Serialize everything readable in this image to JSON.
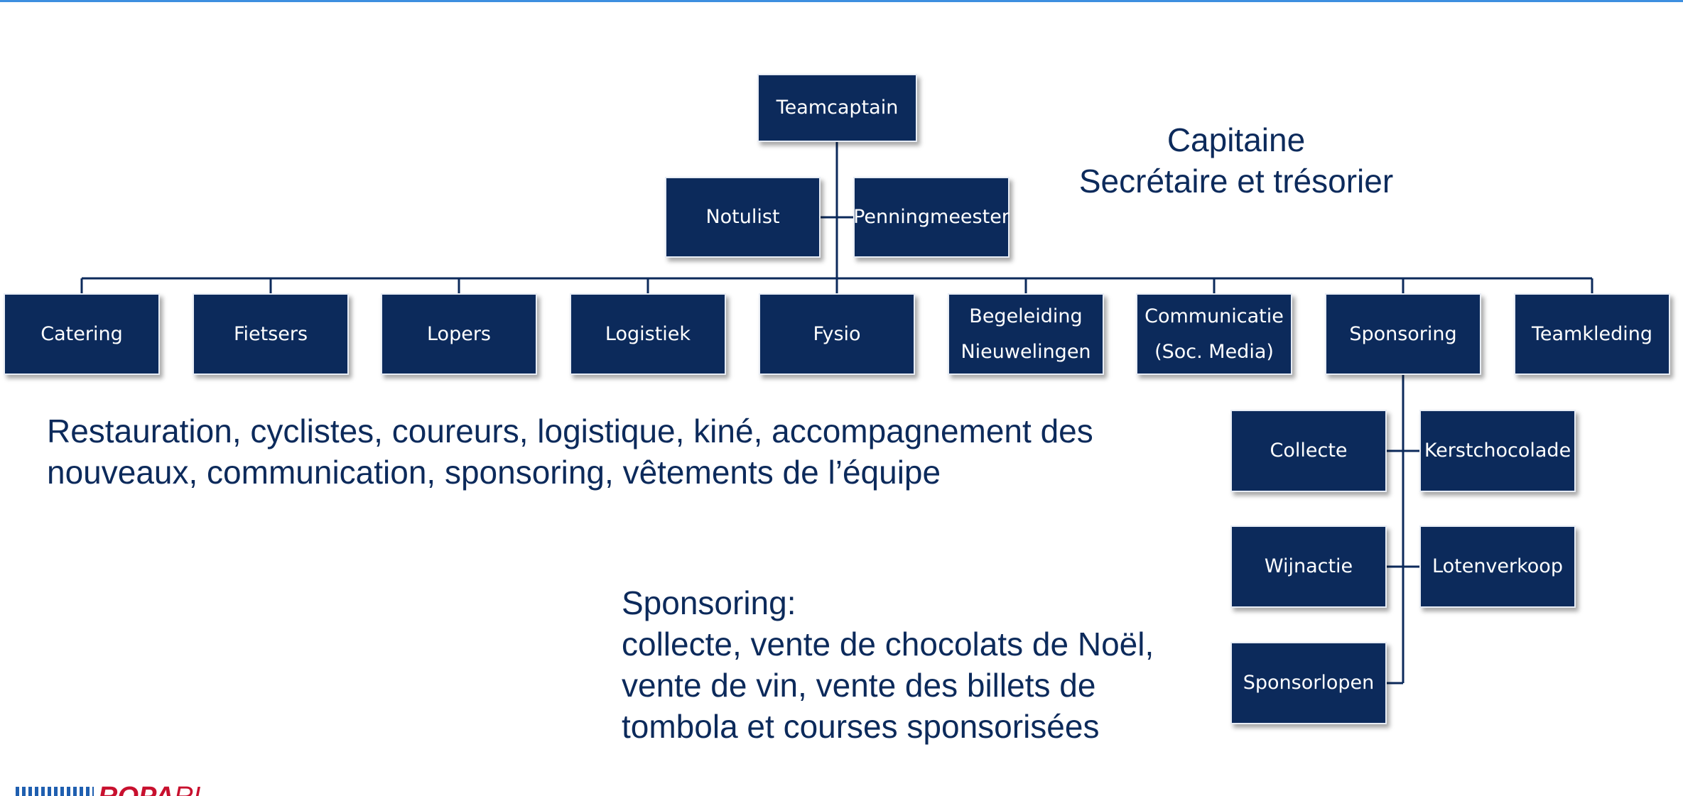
{
  "org": {
    "top": "Teamcaptain",
    "left_aide": "Notulist",
    "right_aide": "Penningmeester",
    "departments": [
      {
        "lines": [
          "Catering"
        ]
      },
      {
        "lines": [
          "Fietsers"
        ]
      },
      {
        "lines": [
          "Lopers"
        ]
      },
      {
        "lines": [
          "Logistiek"
        ]
      },
      {
        "lines": [
          "Fysio"
        ]
      },
      {
        "lines": [
          "Begeleiding",
          "Nieuwelingen"
        ]
      },
      {
        "lines": [
          "Communicatie",
          "(Soc. Media)"
        ]
      },
      {
        "lines": [
          "Sponsoring"
        ]
      },
      {
        "lines": [
          "Teamkleding"
        ]
      }
    ],
    "sponsoring_children": [
      "Collecte",
      "Kerstchocolade",
      "Wijnactie",
      "Lotenverkoop",
      "Sponsorlopen"
    ]
  },
  "captions": {
    "leadership": [
      "Capitaine",
      "Secrétaire et trésorier"
    ],
    "departments": "Restauration, cyclistes, coureurs, logistique, kiné, accompagnement des nouveaux, communication, sponsoring, vêtements de l’équipe",
    "sponsoring_heading": "Sponsoring:",
    "sponsoring_body": "collecte, vente de chocolats de Noël, vente de vin, vente des billets de tombola et courses sponsorisées"
  },
  "logo": {
    "part1": "ROPA",
    "part2": "RUN"
  },
  "colors": {
    "box": "#0c2a5b",
    "line": "#0c2a5b",
    "text": "#0c2a5b",
    "accent": "#3d8fe0",
    "logo": "#c8102e"
  }
}
